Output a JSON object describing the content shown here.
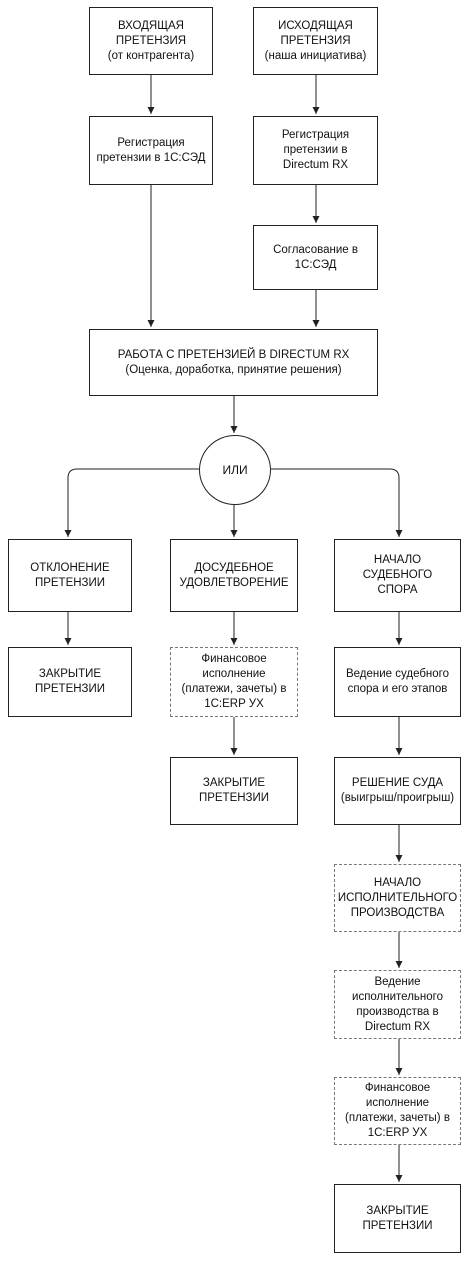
{
  "colors": {
    "line": "#222222",
    "dashed_border": "#777777",
    "background": "#ffffff"
  },
  "nodes": {
    "incoming": "ВХОДЯЩАЯ\nПРЕТЕНЗИЯ\n(от контрагента)",
    "outgoing": "ИСХОДЯЩАЯ\nПРЕТЕНЗИЯ\n(наша инициатива)",
    "reg_1c": "Регистрация\nпретензии в 1С:СЭД",
    "reg_directum": "Регистрация\nпретензии в\nDirectum RX",
    "approval": "Согласование в\n1С:СЭД",
    "work": "РАБОТА С ПРЕТЕНЗИЕЙ В DIRECTUM RX\n(Оценка, доработка, принятие решения)",
    "or": "ИЛИ",
    "reject": "ОТКЛОНЕНИЕ\nПРЕТЕНЗИИ",
    "pretrial": "ДОСУДЕБНОЕ\nУДОВЛЕТВОРЕНИЕ",
    "court_start": "НАЧАЛО СУДЕБНОГО\nСПОРА",
    "close_left": "ЗАКРЫТИЕ\nПРЕТЕНЗИИ",
    "finance_mid": "Финансовое\nисполнение\n(платежи, зачеты) в\n1С:ERP УХ",
    "court_conduct": "Ведение судебного\nспора и его этапов",
    "close_mid": "ЗАКРЫТИЕ\nПРЕТЕНЗИИ",
    "court_decision": "РЕШЕНИЕ СУДА\n(выигрыш/проигрыш)",
    "enforce_start": "НАЧАЛО\nИСПОЛНИТЕЛЬНОГО\nПРОИЗВОДСТВА",
    "enforce_conduct": "Ведение\nисполнительного\nпроизводства в\nDirectum RX",
    "finance_right": "Финансовое\nисполнение\n(платежи, зачеты) в\n1С:ERP УХ",
    "close_right": "ЗАКРЫТИЕ\nПРЕТЕНЗИИ"
  }
}
